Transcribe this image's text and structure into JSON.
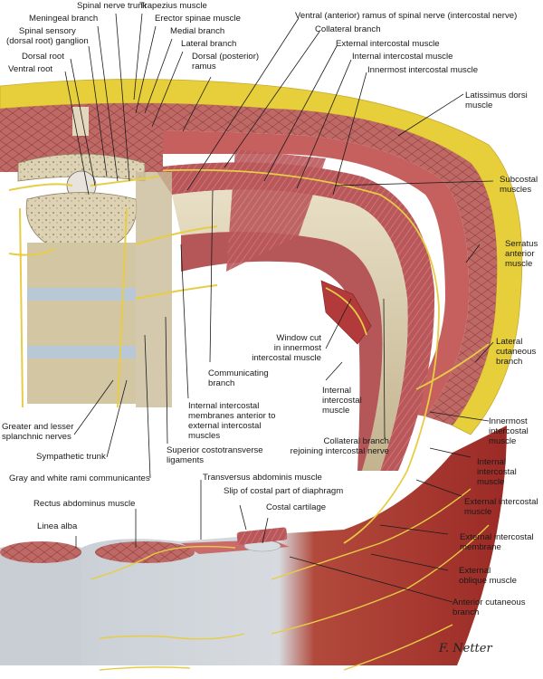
{
  "figure": {
    "title": "Thoracic wall with intercostal nerves and muscles (cross-section)",
    "signature": "F. Netter",
    "colors": {
      "muscle": "#b9575a",
      "muscle_dark": "#8e2a2e",
      "muscle_bright": "#c6322d",
      "fat": "#e6cf3a",
      "nerve": "#e9cf43",
      "bone": "#dcd0b2",
      "bone_shadow": "#b4a682",
      "disc": "#b8c8d6",
      "fascia": "#cfd3d6",
      "label_text": "#1a1a1a"
    }
  },
  "labels": {
    "spinal_nerve_trunk": "Spinal nerve trunk",
    "trapezius": "Trapezius muscle",
    "meningeal_branch": "Meningeal branch",
    "erector_spinae": "Erector spinae muscle",
    "spinal_sensory_ganglion": "Spinal sensory\n(dorsal root) ganglion",
    "medial_branch": "Medial branch",
    "lateral_branch": "Lateral branch",
    "dorsal_root": "Dorsal root",
    "dorsal_ramus": "Dorsal (posterior)\nramus",
    "ventral_root": "Ventral root",
    "ventral_ramus": "Ventral (anterior) ramus of spinal nerve (intercostal nerve)",
    "collateral_branch_top": "Collateral branch",
    "external_intercostal_top": "External intercostal muscle",
    "internal_intercostal_top": "Internal intercostal muscle",
    "innermost_intercostal_top": "Innermost intercostal muscle",
    "latissimus_dorsi": "Latissimus dorsi\nmuscle",
    "subcostal": "Subcostal\nmuscles",
    "serratus_anterior": "Serratus\nanterior\nmuscle",
    "window_cut": "Window cut\nin innermost\nintercostal muscle",
    "lateral_cutaneous": "Lateral\ncutaneous\nbranch",
    "communicating_branch": "Communicating\nbranch",
    "internal_intercostal_mid": "Internal\nintercostal\nmuscle",
    "internal_intercostal_membranes": "Internal intercostal\nmembranes anterior to\nexternal intercostal\nmuscles",
    "greater_lesser_splanchnic": "Greater and lesser\nsplanchnic nerves",
    "innermost_intercostal_right": "Innermost\nintercostal\nmuscle",
    "collateral_rejoining": "Collateral branch\nrejoining intercostal nerve",
    "sympathetic_trunk": "Sympathetic trunk",
    "superior_costotransverse": "Superior costotransverse\nligaments",
    "internal_intercostal_right": "Internal\nintercostal\nmuscle",
    "gray_white_rami": "Gray and white rami communicantes",
    "transversus_abdominis": "Transversus abdominis muscle",
    "external_intercostal_right": "External intercostal\nmuscle",
    "slip_costal_diaphragm": "Slip of costal part of diaphragm",
    "rectus_abdominus": "Rectus abdominus muscle",
    "costal_cartilage": "Costal cartilage",
    "external_intercostal_membrane": "External intercostal\nmembrane",
    "linea_alba": "Linea alba",
    "external_oblique": "External\noblique muscle",
    "anterior_cutaneous": "Anterior cutaneous\nbranch"
  }
}
